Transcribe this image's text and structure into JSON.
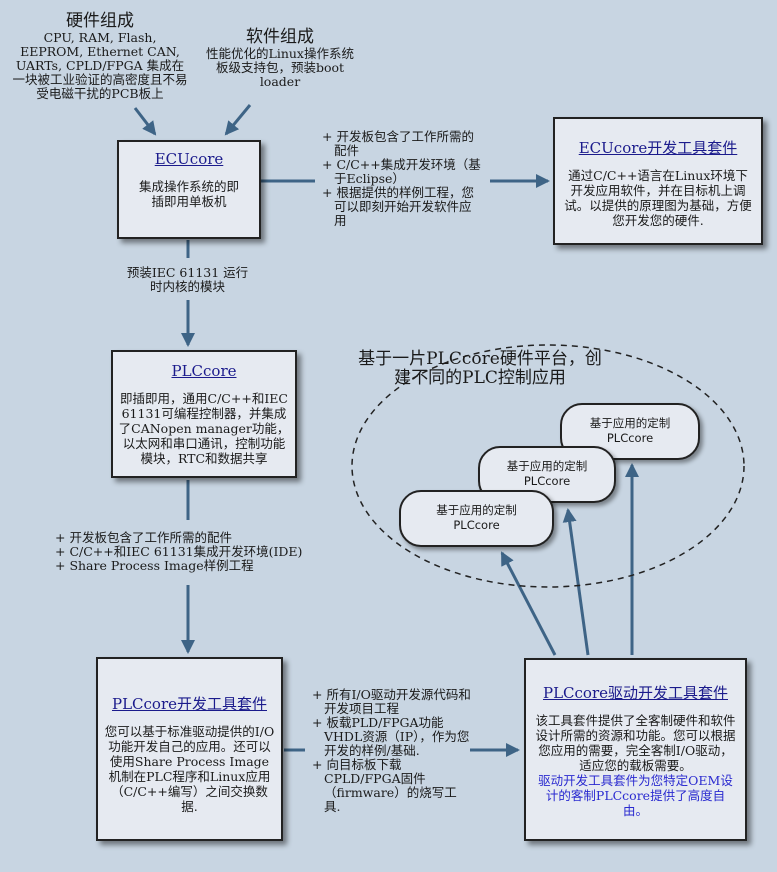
{
  "hardware": {
    "title": "硬件组成",
    "text": "CPU, RAM, Flash, EEPROM, Ethernet CAN, UARTs, CPLD/FPGA 集成在一块被工业验证的高密度且不易受电磁干扰的PCB板上"
  },
  "software": {
    "title": "软件组成",
    "text": "性能优化的Linux操作系统板级支持包，预装boot loader"
  },
  "ecucore": {
    "title": "ECUcore",
    "text": "集成操作系统的即插即用单板机"
  },
  "ecu_notes": [
    "+ 开发板包含了工作所需的配件",
    "+ C/C++集成开发环境（基于Eclipse）",
    "+ 根据提供的样例工程，您可以即刻开始开发软件应用"
  ],
  "ecu_kit": {
    "title": "ECUcore开发工具套件",
    "text": "通过C/C++语言在Linux环境下开发应用软件，并在目标机上调试。以提供的原理图为基础，方便您开发您的硬件."
  },
  "iec_label": "预装IEC 61131 运行时内核的模块",
  "plccore": {
    "title": "PLCcore",
    "text": "即插即用，通用C/C++和IEC 61131可编程控制器，并集成了CANopen manager功能，以太网和串口通讯，控制功能模块，RTC和数据共享"
  },
  "plc_notes": [
    "+ 开发板包含了工作所需的配件",
    "+ C/C++和IEC 61131集成开发环境(IDE)",
    "+ Share Process Image样例工程"
  ],
  "plc_kit": {
    "title": "PLCcore开发工具套件",
    "text": "您可以基于标准驱动提供的I/O功能开发自己的应用。还可以使用Share Process Image机制在PLC程序和Linux应用（C/C++编写）之间交换数据."
  },
  "driver_notes": [
    "+ 所有I/O驱动开发源代码和开发项目工程",
    "+ 板载PLD/FPGA功能VHDL资源（IP），作为您开发的样例/基础.",
    "+ 向目标板下载CPLD/FPGA固件（firmware）的烧写工具."
  ],
  "driver_kit": {
    "title": "PLCcore驱动开发工具套件",
    "text": "该工具套件提供了全客制硬件和软件设计所需的资源和功能。您可以根据您应用的需要，完全客制I/O驱动，适应您的载板需要。",
    "highlight": "驱动开发工具套件为您特定OEM设计的客制PLCcore提供了高度自由。"
  },
  "platform_title": "基于一片PLCcore硬件平台，创建不同的PLC控制应用",
  "custom_apps": [
    {
      "line1": "基于应用的定制",
      "line2": "PLCcore"
    },
    {
      "line1": "基于应用的定制",
      "line2": "PLCcore"
    },
    {
      "line1": "基于应用的定制",
      "line2": "PLCcore"
    }
  ],
  "colors": {
    "background": "#c8d5e2",
    "arrow": "#3e6486",
    "link": "#1b1b8c",
    "highlight": "#2a2ad0"
  }
}
